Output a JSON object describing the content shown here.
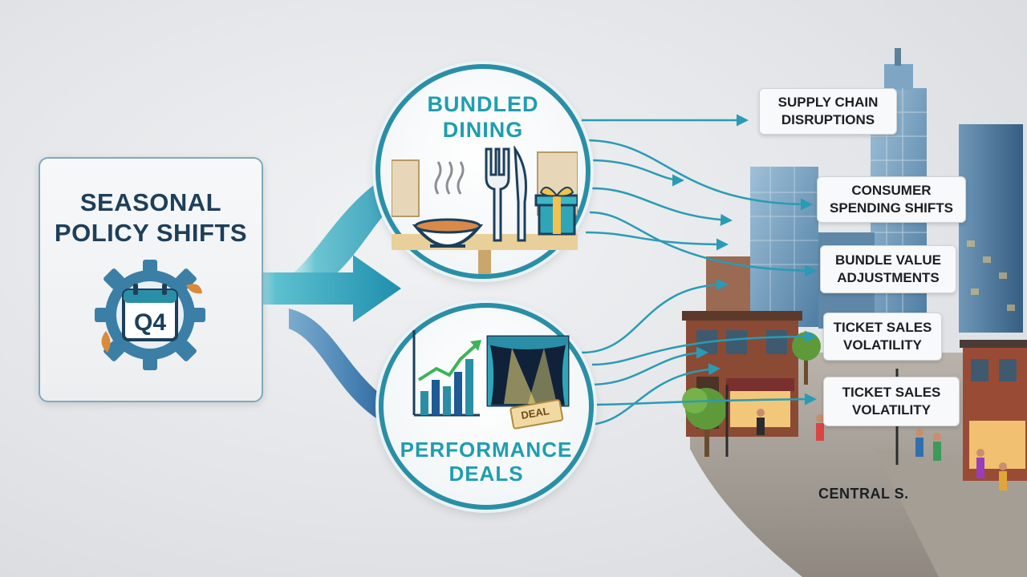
{
  "source": {
    "title": "SEASONAL\nPOLICY SHIFTS",
    "badge": "Q4"
  },
  "circles": {
    "dining": {
      "title": "BUNDLED\nDINING"
    },
    "performance": {
      "title": "PERFORMANCE\nDEALS",
      "ticket": "DEAL"
    }
  },
  "outcomes": [
    {
      "label": "SUPPLY CHAIN\nDISRUPTIONS"
    },
    {
      "label": "CONSUMER\nSPENDING SHIFTS"
    },
    {
      "label": "BUNDLE VALUE\nADJUSTMENTS"
    },
    {
      "label": "TICKET SALES\nVOLATILITY"
    },
    {
      "label": "TICKET SALES\nVOLATILITY"
    }
  ],
  "scene": {
    "caption": "CENTRAL S."
  },
  "colors": {
    "teal": "#1f9db0",
    "navy": "#1d3f5a",
    "blue": "#2a6fa8",
    "flow": "#2a9bb5"
  }
}
